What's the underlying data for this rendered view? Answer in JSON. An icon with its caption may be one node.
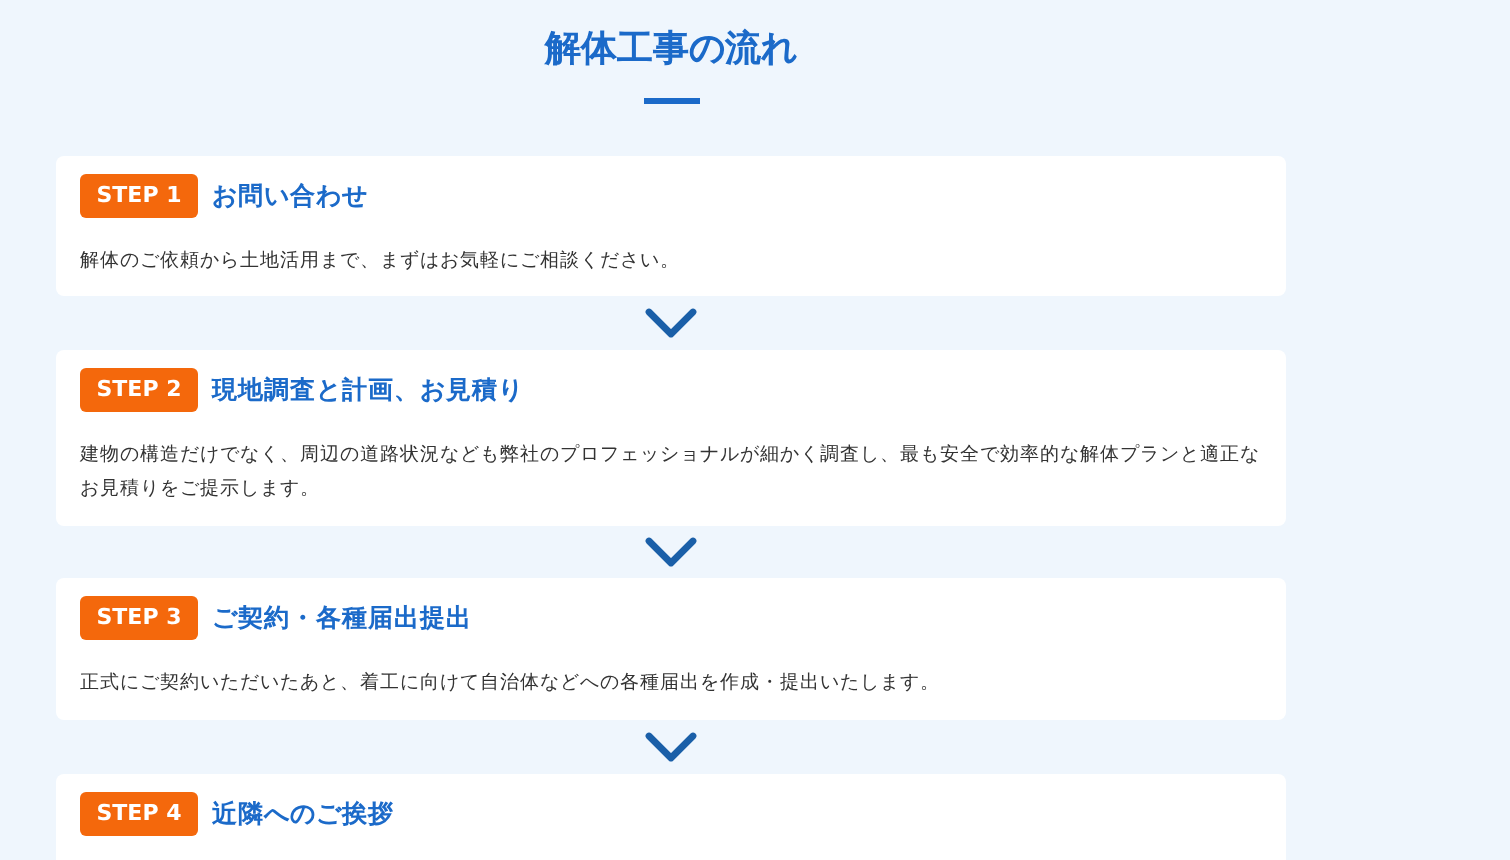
{
  "diagram": {
    "title": "解体工事の流れ",
    "nodes": [
      {
        "text": [
          "お問い合わせ",
          "解体のご依頼から土地活用まで、まずはお気軽にご相談ください。"
        ]
      },
      {
        "text": [
          "STEP 1"
        ],
        "in": 0
      },
      {
        "text": [
          "現地調査と計画、お見積り",
          "建物の構造だけでなく、周辺の道路状況なども弊社のプロフェッショナルが細かく調査し、最も安全で効率的な解体プランと適正なお見積りをご提示します。"
        ]
      },
      {
        "text": [
          "STEP 2"
        ],
        "in": 2
      },
      {
        "text": [
          "ご契約・各種届出提出",
          "正式にご契約いただいたあと、着工に向けて自治体などへの各種届出を作成・提出いたします。"
        ]
      },
      {
        "text": [
          "STEP 3"
        ],
        "in": 4
      },
      {
        "text": [
          "近隣へのご挨拶"
        ]
      },
      {
        "text": [
          "STEP 4"
        ],
        "in": 6
      }
    ],
    "edges": [
      {
        "from": 0,
        "to": 2,
        "arrow": "to"
      },
      {
        "from": 2,
        "to": 4,
        "arrow": "to"
      },
      {
        "from": 4,
        "to": 6,
        "arrow": "to"
      }
    ]
  }
}
